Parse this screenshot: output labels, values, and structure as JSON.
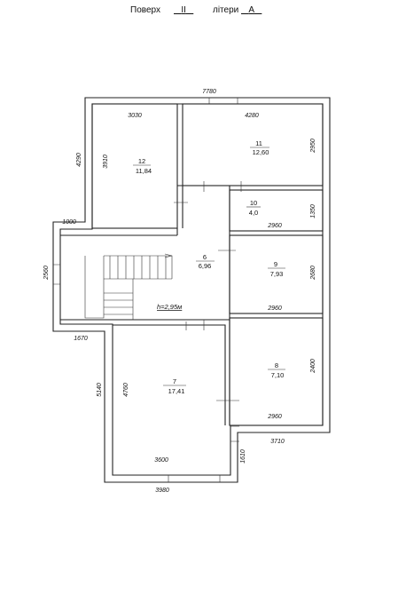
{
  "header": {
    "floor_label": "Поверх",
    "floor_value": "II",
    "letter_label": "літери",
    "letter_value": "A"
  },
  "rooms": [
    {
      "number": "12",
      "area": "11,84"
    },
    {
      "number": "11",
      "area": "12,60"
    },
    {
      "number": "10",
      "area": "4,0"
    },
    {
      "number": "6",
      "area": "6,96"
    },
    {
      "number": "9",
      "area": "7,93"
    },
    {
      "number": "7",
      "area": "17,41"
    },
    {
      "number": "8",
      "area": "7,10"
    }
  ],
  "height_note": "h=2,95м",
  "dimensions": {
    "top_total": "7780",
    "r12_width": "3030",
    "r11_width": "4280",
    "left_upper": "4290",
    "r12_height": "3910",
    "r11_height": "2950",
    "step_top": "1000",
    "r10_height": "1350",
    "r10_width": "2960",
    "left_mid": "2560",
    "r9_height": "2680",
    "r9_width": "2960",
    "step_bottom": "1670",
    "left_lower": "5140",
    "r7_height": "4760",
    "r8_height": "2400",
    "r8_width": "2960",
    "right_bottom": "3710",
    "r7_width": "3600",
    "bottom_step": "1610",
    "bottom_total": "3980"
  }
}
